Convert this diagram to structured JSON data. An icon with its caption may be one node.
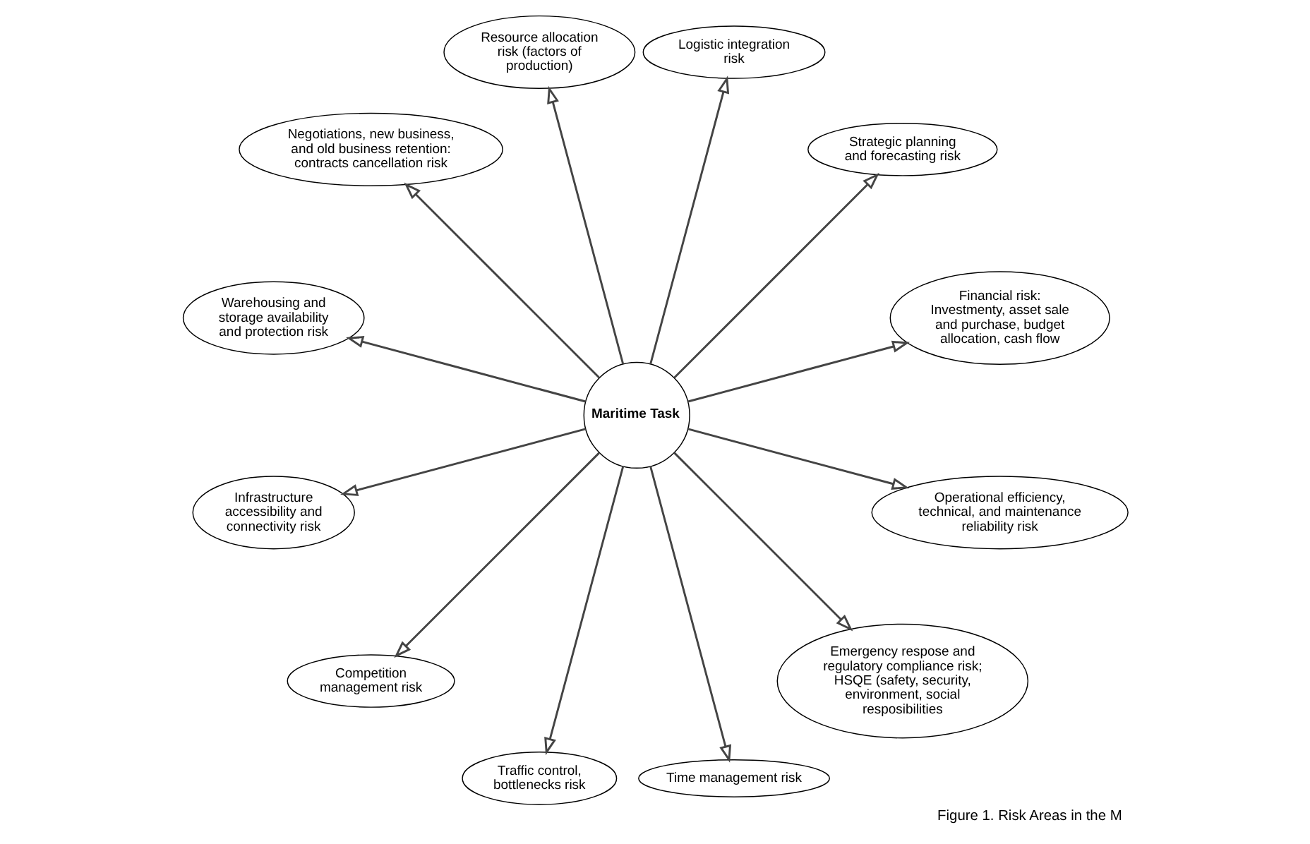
{
  "diagram": {
    "caption": "Figure 1. Risk Areas in the M",
    "nodes": [
      {
        "text": [
          "Financial risk: Investmenty, asset sale and purchase, budget allocation, cash flow"
        ]
      },
      {
        "text": [
          "Strategic planning and forecasting risk"
        ]
      },
      {
        "text": [
          "Logistic integration risk"
        ]
      },
      {
        "text": [
          "Resource allocation risk (factors of production)"
        ]
      },
      {
        "text": [
          "Negotiations, new business, and old business retention: contracts cancellation risk"
        ]
      },
      {
        "text": [
          "Warehousing and storage availability and protection risk"
        ]
      },
      {
        "text": [
          "Maritime Task"
        ]
      },
      {
        "text": [
          "Infrastructure accessibility and connectivity risk"
        ]
      },
      {
        "text": [
          "Competition management risk"
        ]
      },
      {
        "text": [
          "Traffic control, bottlenecks risk"
        ]
      },
      {
        "text": [
          "Time management risk"
        ]
      },
      {
        "text": [
          "Emergency respose and regulatory compliance risk; HSQE (safety, security, environment, social resposibilities"
        ]
      },
      {
        "text": [
          "Operational efficiency, technical, and maintenance reliability risk"
        ]
      }
    ],
    "edges": [
      {
        "from": 6,
        "to": 1,
        "arrow": "to"
      },
      {
        "from": 6,
        "to": 2,
        "arrow": "to"
      },
      {
        "from": 6,
        "to": 4,
        "arrow": "to"
      },
      {
        "from": 6,
        "to": 7,
        "arrow": "to"
      },
      {
        "from": 6,
        "to": 8,
        "arrow": "to"
      },
      {
        "from": 6,
        "to": 12,
        "arrow": "to"
      },
      {
        "from": 6,
        "to": 11,
        "arrow": "to"
      },
      {
        "from": 6,
        "to": 10,
        "arrow": "to"
      },
      {
        "from": 6,
        "to": 9,
        "arrow": "to"
      },
      {
        "from": 6,
        "to": 5,
        "arrow": "to"
      },
      {
        "from": 6,
        "to": 3,
        "arrow": "to"
      },
      {
        "from": 6,
        "to": 0,
        "arrow": "to"
      }
    ]
  }
}
